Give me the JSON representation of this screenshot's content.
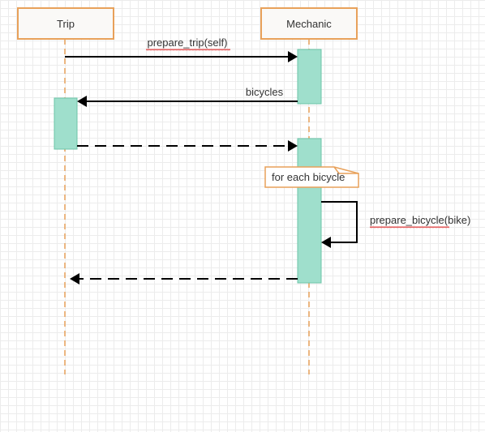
{
  "participants": [
    {
      "id": "trip",
      "label": "Trip"
    },
    {
      "id": "mechanic",
      "label": "Mechanic"
    }
  ],
  "messages": [
    {
      "from": "Trip",
      "to": "Mechanic",
      "label": "prepare_trip(self)",
      "style": "solid"
    },
    {
      "from": "Mechanic",
      "to": "Trip",
      "label": "bicycles",
      "style": "solid"
    },
    {
      "from": "Trip",
      "to": "Mechanic",
      "label": "",
      "style": "dashed"
    },
    {
      "from": "Mechanic",
      "to": "Mechanic",
      "label": "prepare_bicycle(bike)",
      "style": "solid-self"
    },
    {
      "from": "Mechanic",
      "to": "Trip",
      "label": "",
      "style": "dashed"
    }
  ],
  "note": {
    "text": "for each bicycle"
  },
  "colors": {
    "participant_border": "#e8a15a",
    "lifeline": "#e8a15a",
    "activation_fill": "#9fdfcc",
    "activation_border": "#6cc4a8",
    "arrow": "#000000",
    "note_border": "#e8a15a",
    "spellcheck_underline": "#e04040"
  }
}
